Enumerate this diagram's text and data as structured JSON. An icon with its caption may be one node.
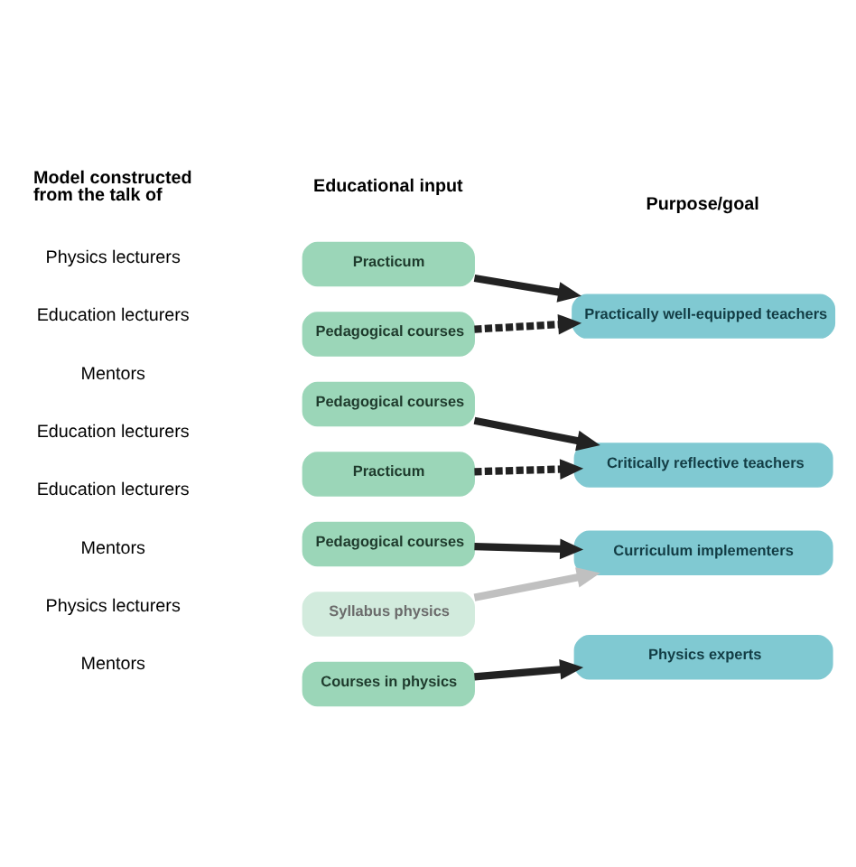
{
  "diagram": {
    "nodes": [
      {
        "text": [
          "Practicum"
        ]
      },
      {
        "text": [
          "Pedagogical courses"
        ]
      },
      {
        "text": [
          "Practically well-equipped teachers"
        ]
      },
      {
        "text": [
          "Pedagogical courses"
        ]
      },
      {
        "text": [
          "Practicum"
        ]
      },
      {
        "text": [
          "Critically reflective teachers"
        ]
      },
      {
        "text": [
          "Pedagogical courses"
        ]
      },
      {
        "text": [
          "Syllabus physics"
        ]
      },
      {
        "text": [
          "Curriculum implementers"
        ]
      },
      {
        "text": [
          "Courses in physics"
        ]
      },
      {
        "text": [
          "Physics experts"
        ]
      }
    ],
    "edges": [
      {
        "from": 0,
        "to": 2,
        "arrow": "to"
      },
      {
        "from": 1,
        "to": 2,
        "arrow": "to",
        "style": "dashed"
      },
      {
        "from": 3,
        "to": 5,
        "arrow": "to"
      },
      {
        "from": 4,
        "to": 5,
        "arrow": "to",
        "style": "dashed"
      },
      {
        "from": 6,
        "to": 8,
        "arrow": "to"
      },
      {
        "from": 7,
        "to": 8,
        "arrow": "to",
        "color": "#c0c0c0"
      },
      {
        "from": 9,
        "to": 10,
        "arrow": "to"
      }
    ],
    "labels": [
      "Model constructed from the talk of",
      "Educational input",
      "Purpose/goal",
      "Physics lecturers",
      "Education lecturers",
      "Mentors",
      "Education lecturers",
      "Education lecturers",
      "Mentors",
      "Physics lecturers",
      "Mentors"
    ]
  }
}
